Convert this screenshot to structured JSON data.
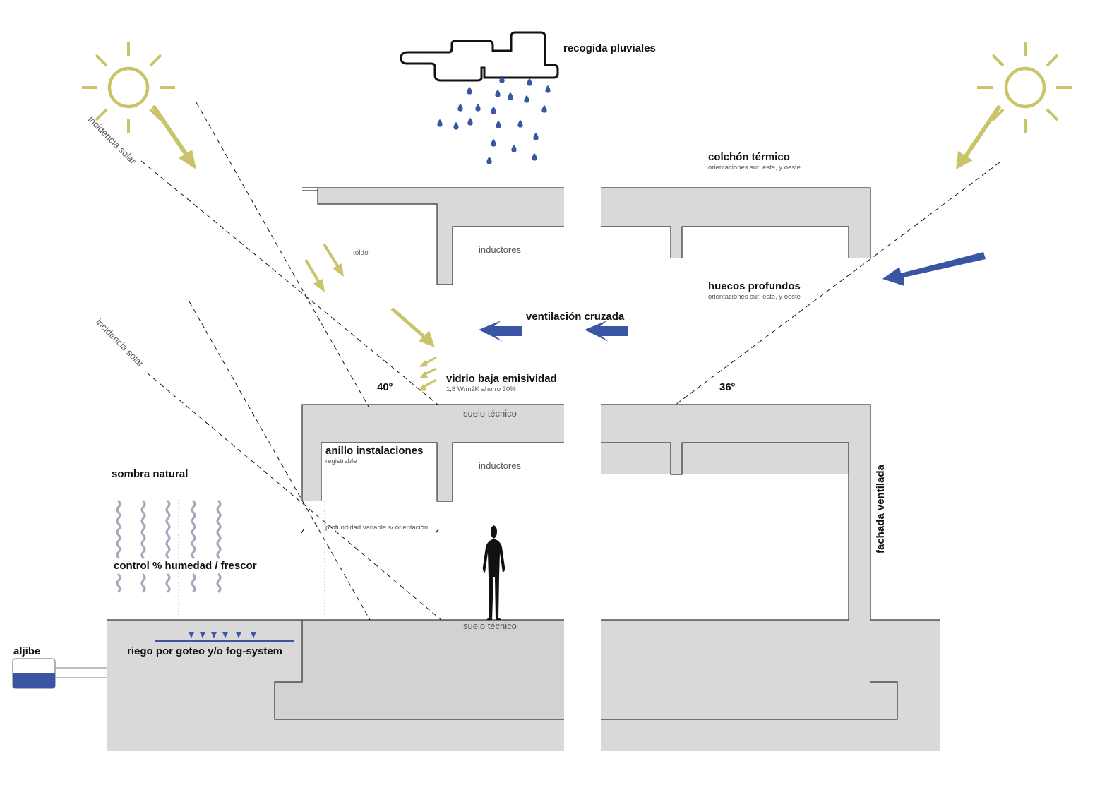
{
  "labels": {
    "recogida_pluviales": "recogida pluviales",
    "incidencia_solar_1": "incidencia solar",
    "incidencia_solar_2": "incidencia solar",
    "colchon_termico": "colchón térmico",
    "colchon_termico_sub": "orientaciones sur, este, y oeste",
    "inductores_top": "inductores",
    "toldo": "toldo",
    "huecos_profundos": "huecos profundos",
    "huecos_profundos_sub": "orientaciones sur, este, y oeste",
    "ventilacion_cruzada": "ventilación cruzada",
    "vidrio_baja_emisividad": "vidrio baja emisividad",
    "vidrio_sub": "1,8 W/m2K ahorro 30%",
    "angle_left": "40º",
    "angle_right": "36º",
    "suelo_tecnico_top": "suelo técnico",
    "anillo_instalaciones": "anillo instalaciones",
    "anillo_sub": "registrable",
    "inductores_bottom": "inductores",
    "sombra_natural": "sombra natural",
    "profundidad": "profundidad variable s/ orientación",
    "fachada_ventilada": "fachada ventilada",
    "control_humedad": "control % humedad / frescor",
    "suelo_tecnico_bottom": "suelo técnico",
    "aljibe": "aljibe",
    "riego": "riego por goteo y/o fog-system"
  },
  "icons": {
    "sun": "sun-icon",
    "cloud": "cloud-icon",
    "person": "person-silhouette-icon",
    "drop": "water-drop-icon",
    "tank": "water-tank-icon"
  },
  "colors": {
    "sun_yellow": "#c9c46a",
    "water_blue": "#3a55a4",
    "mass_grey": "#d9d9d9",
    "humidity_grey": "#a6a6b8"
  }
}
